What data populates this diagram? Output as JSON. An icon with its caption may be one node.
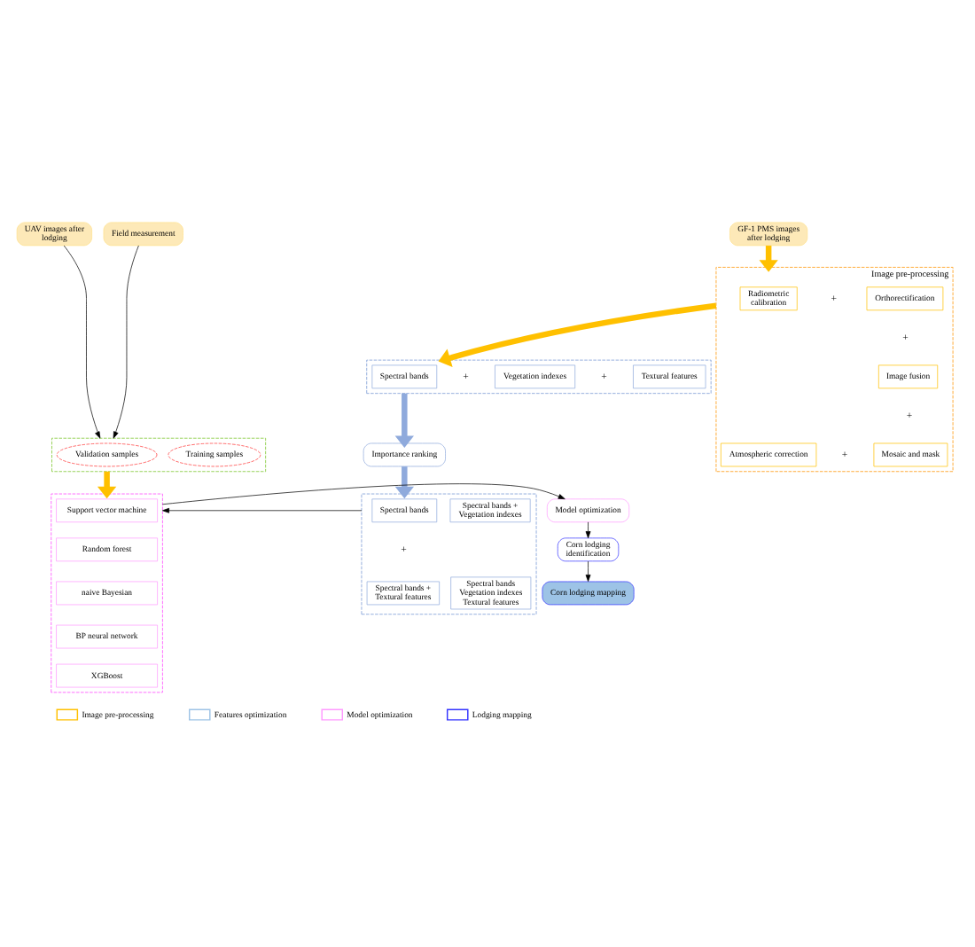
{
  "diagram": {
    "nodes": [
      {
        "text": [
          "UAV images after lodging"
        ]
      },
      {
        "text": [
          "Field measurement"
        ]
      },
      {
        "text": [
          "GF-1 PMS images after lodging"
        ]
      },
      {
        "text": [
          "Image pre-processing"
        ]
      },
      {
        "text": [
          "Radiometric calibration"
        ],
        "in": 3
      },
      {
        "text": [
          "Orthorectification"
        ],
        "in": 3
      },
      {
        "text": [
          "Image fusion"
        ],
        "in": 3
      },
      {
        "text": [
          "Atmospheric correction"
        ],
        "in": 3
      },
      {
        "text": [
          "Mosaic and mask"
        ],
        "in": 3
      },
      {
        "text": [],
        "shape": "box"
      },
      {
        "text": [
          "Spectral bands"
        ],
        "in": 9
      },
      {
        "text": [
          "Vegetation indexes"
        ],
        "in": 9
      },
      {
        "text": [
          "Textural features"
        ],
        "in": 9
      },
      {
        "text": [],
        "shape": "box"
      },
      {
        "text": [
          "Validation samples"
        ],
        "in": 13
      },
      {
        "text": [
          "Training samples"
        ],
        "in": 13
      },
      {
        "text": [
          "Importance ranking"
        ]
      },
      {
        "text": [],
        "shape": "box"
      },
      {
        "text": [
          "Support vector machine"
        ],
        "in": 17
      },
      {
        "text": [
          "Random forest"
        ],
        "in": 17
      },
      {
        "text": [
          "naive Bayesian"
        ],
        "in": 17
      },
      {
        "text": [
          "BP neural network"
        ],
        "in": 17
      },
      {
        "text": [
          "XGBoost"
        ],
        "in": 17
      },
      {
        "text": [],
        "shape": "box"
      },
      {
        "text": [
          "Spectral bands"
        ],
        "in": 23
      },
      {
        "text": [
          "Spectral bands + Vegetation indexes"
        ],
        "in": 23
      },
      {
        "text": [
          "Spectral bands + Textural features"
        ],
        "in": 23
      },
      {
        "text": [
          "Spectral bands Vegetation indexes Textural features"
        ],
        "in": 23
      },
      {
        "text": [
          "Model optimization"
        ]
      },
      {
        "text": [
          "Corn lodging identification"
        ]
      },
      {
        "text": [
          "Corn lodging mapping"
        ]
      }
    ],
    "edges": [
      {
        "from": 0,
        "to": 13,
        "arrow": "to"
      },
      {
        "from": 1,
        "to": 13,
        "arrow": "to"
      },
      {
        "from": 2,
        "to": 3,
        "arrow": "to",
        "style": "thick",
        "color": "#ffc000"
      },
      {
        "from": 3,
        "to": 9,
        "arrow": "to",
        "style": "thick",
        "color": "#ffc000"
      },
      {
        "from": 9,
        "to": 16,
        "arrow": "to",
        "style": "thick",
        "color": "#8faadc"
      },
      {
        "from": 13,
        "to": 17,
        "arrow": "to",
        "style": "thick",
        "color": "#ffc000"
      },
      {
        "from": 16,
        "to": 23,
        "arrow": "to",
        "style": "thick",
        "color": "#8faadc"
      },
      {
        "from": 23,
        "to": 17,
        "arrow": "to"
      },
      {
        "from": 17,
        "to": 28,
        "arrow": "to"
      },
      {
        "from": 28,
        "to": 29,
        "arrow": "to"
      },
      {
        "from": 29,
        "to": 30,
        "arrow": "to"
      }
    ],
    "labels": [
      "+",
      "+",
      "+",
      "+",
      "+",
      "+",
      "+"
    ],
    "legend": [
      {
        "text": "Image pre-processing",
        "color": "#ffc000"
      },
      {
        "text": "Features optimization",
        "color": "#9dc3e6"
      },
      {
        "text": "Model optimization",
        "color": "#ff99ff"
      },
      {
        "text": "Lodging mapping",
        "color": "#3333ff"
      }
    ]
  }
}
